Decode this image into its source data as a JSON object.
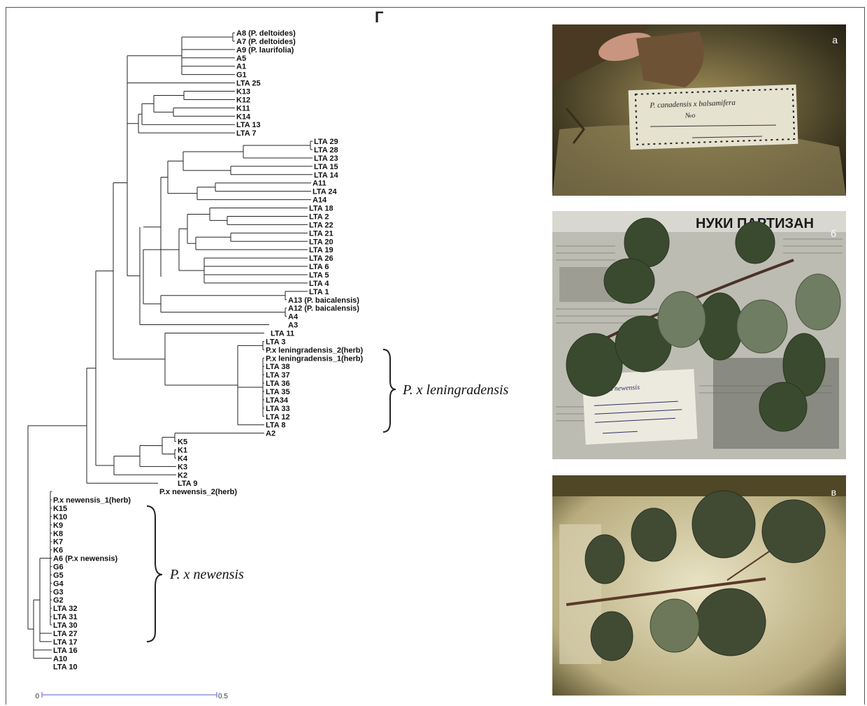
{
  "figure": {
    "panel_letter": "Г",
    "scale": {
      "start": "0",
      "end": "0.5"
    },
    "clade_labels": {
      "leningradensis": "P. x leningradensis",
      "newensis": "P. x newensis"
    },
    "photos": [
      {
        "letter": "а",
        "label_text": "P. canadensis x balsamifera",
        "label_line2": "№о",
        "subject": "herbarium label"
      },
      {
        "letter": "б",
        "headline": "НУКИ ПАРТИЗАН",
        "label_text": "Populus newensis",
        "subject": "herbarium sheet on newspaper"
      },
      {
        "letter": "в",
        "subject": "herbarium branch with leaves"
      }
    ]
  },
  "tree_leaves": [
    "A8 (P. deltoides)",
    "A7 (P. deltoides)",
    "A9 (P. laurifolia)",
    "A5",
    "A1",
    "G1",
    "LTA 25",
    "K13",
    "K12",
    "K11",
    "K14",
    "LTA 13",
    "LTA 7",
    "LTA 29",
    "LTA 28",
    "LTA 23",
    "LTA 15",
    "LTA 14",
    "A11",
    "LTA 24",
    "A14",
    "LTA 18",
    "LTA 2",
    "LTA 22",
    "LTA 21",
    "LTA 20",
    "LTA 19",
    "LTA 26",
    "LTA 6",
    "LTA 5",
    "LTA 4",
    "LTA 1",
    "A13 (P. baicalensis)",
    "A12 (P. baicalensis)",
    "A4",
    "A3",
    "LTA 11",
    "LTA 3",
    "P.x leningradensis_2(herb)",
    "P.x leningradensis_1(herb)",
    "LTA 38",
    "LTA 37",
    "LTA 36",
    "LTA 35",
    "LTA34",
    "LTA 33",
    "LTA 12",
    "LTA 8",
    "A2",
    "K5",
    "K1",
    "K4",
    "K3",
    "K2",
    "LTA 9",
    "P.x newensis_2(herb)",
    "P.x newensis_1(herb)",
    "K15",
    "K10",
    "K9",
    "K8",
    "K7",
    "K6",
    "A6 (P.x newensis)",
    "G6",
    "G5",
    "G4",
    "G3",
    "G2",
    "LTA 32",
    "LTA 31",
    "LTA 30",
    "LTA 27",
    "LTA 17",
    "LTA 16",
    "A10",
    "LTA 10"
  ]
}
